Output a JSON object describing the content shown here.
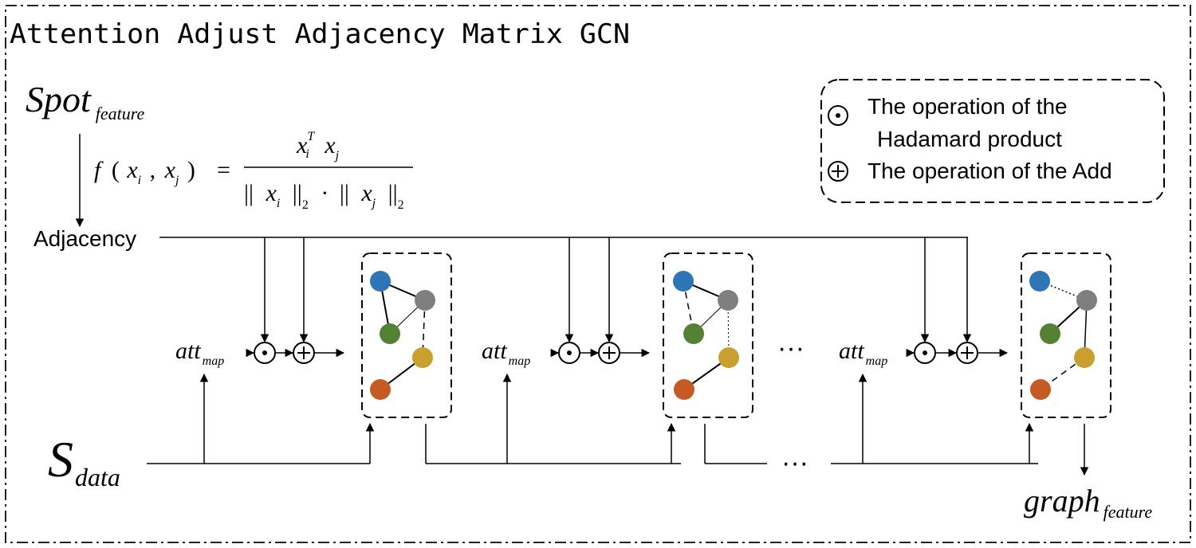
{
  "title": "Attention Adjust Adjacency Matrix GCN",
  "inputs": {
    "spot_main": "Spot",
    "spot_sub": "feature",
    "adjacency": "Adjacency",
    "sdata_main": "S",
    "sdata_sub": "data"
  },
  "formula": {
    "lhs_f": "f",
    "lhs_open": "(",
    "lhs_x1": "x",
    "lhs_sub_i": "i",
    "lhs_comma": ",",
    "lhs_x2": "x",
    "lhs_sub_j": "j",
    "lhs_close": ")",
    "equals": "=",
    "num_x1": "x",
    "num_sup_T": "T",
    "num_sub_i": "i",
    "num_x2": "x",
    "num_sub_j": "j",
    "den_bars1": "||",
    "den_x1": "x",
    "den_sub_i": "i",
    "den_bars2": "||",
    "den_norm1": "2",
    "den_dot": "·",
    "den_bars3": "||",
    "den_x2": "x",
    "den_sub_j": "j",
    "den_bars4": "||",
    "den_norm2": "2"
  },
  "legend": {
    "hadamard_line1": "The operation of the",
    "hadamard_line2": "Hadamard product",
    "add_line": "The operation of the Add"
  },
  "stage": {
    "att_main": "att",
    "att_sub": "map",
    "hadamard_symbol": "⊙",
    "add_symbol": "⊕"
  },
  "ellipsis": "···",
  "output": {
    "main": "graph",
    "sub": "feature"
  },
  "colors": {
    "node_blue": "#2e75b6",
    "node_gray": "#7f7f7f",
    "node_green": "#548235",
    "node_gold": "#c9a02e",
    "node_orange": "#c55a24"
  }
}
